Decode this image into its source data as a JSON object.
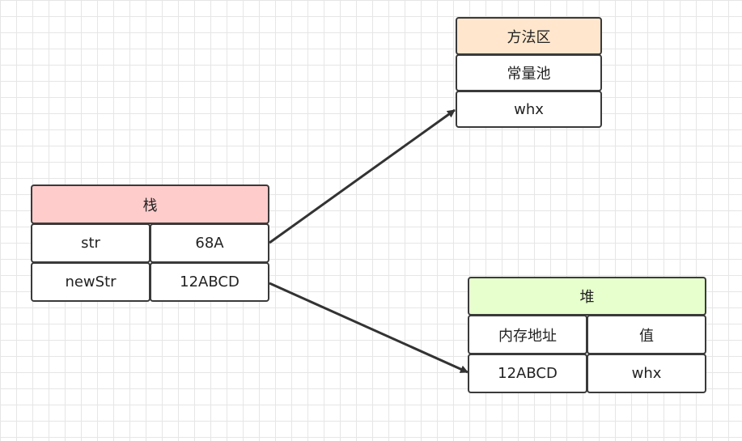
{
  "stack": {
    "title": "栈",
    "title_color": "#ffcccc",
    "rows": [
      {
        "name": "str",
        "value": "68A"
      },
      {
        "name": "newStr",
        "value": "12ABCD"
      }
    ]
  },
  "method_area": {
    "title": "方法区",
    "title_color": "#ffe6cc",
    "rows": [
      "常量池",
      "whx"
    ]
  },
  "heap": {
    "title": "堆",
    "title_color": "#e6ffcc",
    "header": [
      "内存地址",
      "值"
    ],
    "rows": [
      {
        "address": "12ABCD",
        "value": "whx"
      }
    ]
  },
  "edges": [
    {
      "from": "stack-row-str",
      "to": "method-area"
    },
    {
      "from": "stack-row-newStr",
      "to": "heap"
    }
  ]
}
